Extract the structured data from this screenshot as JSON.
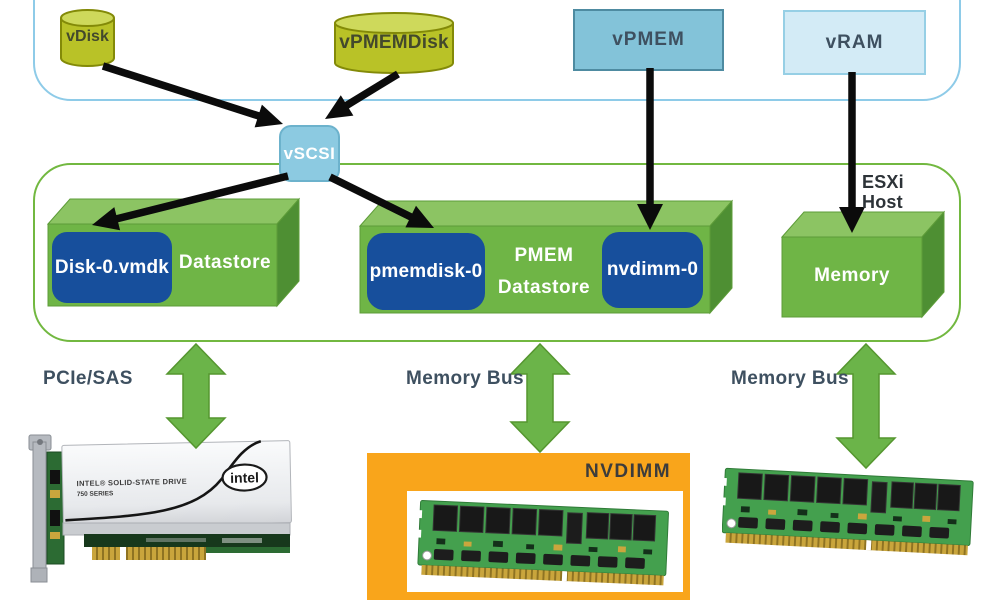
{
  "colors": {
    "container_blue_border": "#8ecbe8",
    "container_green_border": "#72b840",
    "box_front_green": "#6fb546",
    "box_top_green": "#8cc463",
    "box_side_green": "#4e8f33",
    "olive_cylinder": "#b9c227",
    "navy_chip": "#174f9c",
    "vpmem_fill": "#83c3d9",
    "vram_fill": "#d3ebf6",
    "vscsi_fill": "#8ccae1",
    "orange_box": "#f9a51b",
    "arrow_black": "#0b0b0b",
    "arrow_green": "#6bb449",
    "label_slate": "#3e5060"
  },
  "vm_layer": {
    "vdisk_label": "vDisk",
    "vpmemdisk_label": "vPMEMDisk",
    "vpmem_label": "vPMEM",
    "vram_label": "vRAM"
  },
  "vscsi_label": "vSCSI",
  "esxi_host": {
    "label_line1": "ESXi",
    "label_line2": "Host",
    "datastore_chip": "Disk-0.vmdk",
    "datastore_label": "Datastore",
    "pmem_chip": "pmemdisk-0",
    "pmem_label_line1": "PMEM",
    "pmem_label_line2": "Datastore",
    "nvdimm_chip": "nvdimm-0",
    "memory_label": "Memory"
  },
  "buses": {
    "left_label": "PCIe/SAS",
    "middle_label": "Memory Bus",
    "right_label": "Memory Bus"
  },
  "hardware": {
    "nvdimm_box_label": "NVDIMM",
    "ssd_brand_line1": "INTEL® SOLID-STATE DRIVE",
    "ssd_brand_line2": "750 SERIES",
    "ssd_logo_text": "intel"
  }
}
